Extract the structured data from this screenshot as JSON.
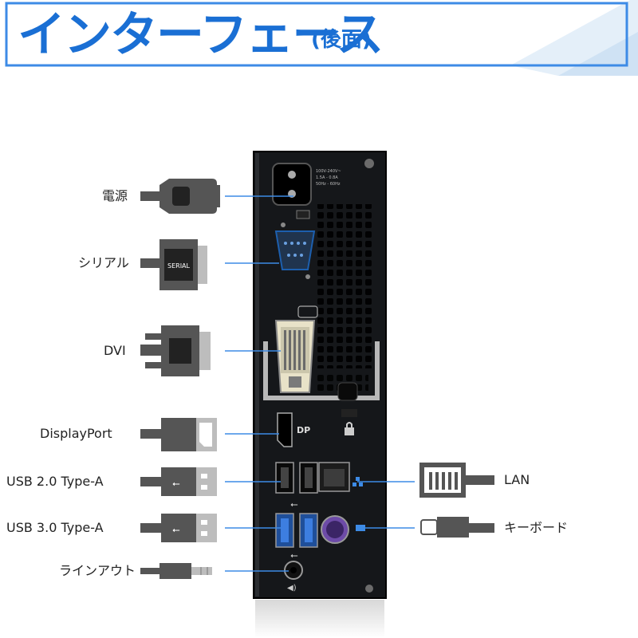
{
  "header": {
    "title": "インターフェース",
    "subtitle": "(後面)"
  },
  "colors": {
    "accent": "#1a6fd4",
    "connector": "#555555",
    "chassis": "#15171a"
  },
  "rear_panel": {
    "power_rating": [
      "100V-240V~",
      "1.5A - 0.8A",
      "50Hz - 60Hz"
    ],
    "dp_port_label": "DP",
    "serial_plug_text": "SERIAL"
  },
  "ports_left": [
    {
      "label": "電源",
      "icon": "power-plug-icon"
    },
    {
      "label": "シリアル",
      "icon": "serial-connector-icon"
    },
    {
      "label": "DVI",
      "icon": "dvi-connector-icon"
    },
    {
      "label": "DisplayPort",
      "icon": "displayport-connector-icon"
    },
    {
      "label": "USB 2.0 Type-A",
      "icon": "usb-plug-icon"
    },
    {
      "label": "USB 3.0 Type-A",
      "icon": "usb-plug-icon"
    },
    {
      "label": "ラインアウト",
      "icon": "audio-jack-icon"
    }
  ],
  "ports_right": [
    {
      "label": "LAN",
      "icon": "ethernet-plug-icon"
    },
    {
      "label": "キーボード",
      "icon": "ps2-plug-icon"
    }
  ]
}
